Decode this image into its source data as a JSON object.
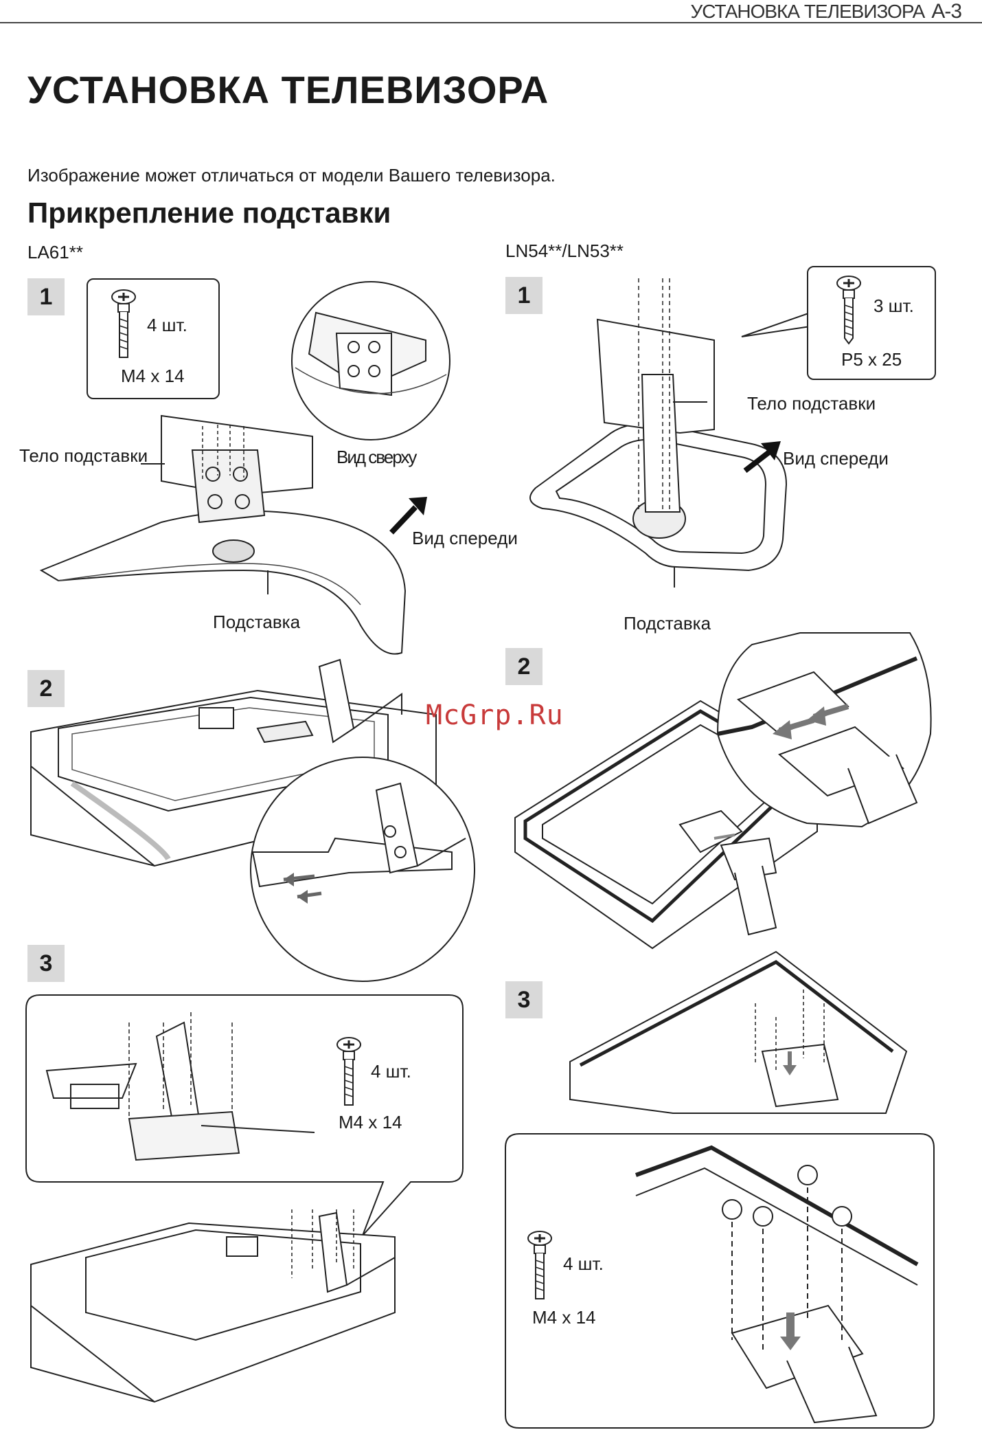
{
  "header": {
    "running_title": "УСТАНОВКА ТЕЛЕВИЗОРА",
    "page_number": "A-3"
  },
  "title": "УСТАНОВКА ТЕЛЕВИЗОРА",
  "note": "Изображение может отличаться от модели Вашего телевизора.",
  "section": "Прикрепление подставки",
  "watermark": "McGrp.Ru",
  "left": {
    "model": "LA61**",
    "step1": {
      "number": "1",
      "screw_count": "4 шт.",
      "screw_size": "M4 x 14",
      "label_body": "Тело подставки",
      "label_top_view": "Вид сверху",
      "label_front_view": "Вид спереди",
      "label_base": "Подставка"
    },
    "step2": {
      "number": "2"
    },
    "step3": {
      "number": "3",
      "screw_count": "4 шт.",
      "screw_size": "M4 x 14"
    }
  },
  "right": {
    "model": "LN54**/LN53**",
    "step1": {
      "number": "1",
      "screw_count": "3 шт.",
      "screw_size": "P5 x 25",
      "label_body": "Тело подставки",
      "label_front_view": "Вид спереди",
      "label_base": "Подставка"
    },
    "step2": {
      "number": "2"
    },
    "step3": {
      "number": "3",
      "screw_count": "4 шт.",
      "screw_size": "M4 x 14"
    }
  },
  "colors": {
    "ink": "#1a1a1a",
    "step_badge": "#d9d9d9",
    "shadow": "#e6e6e6",
    "watermark": "#c83a3a"
  }
}
